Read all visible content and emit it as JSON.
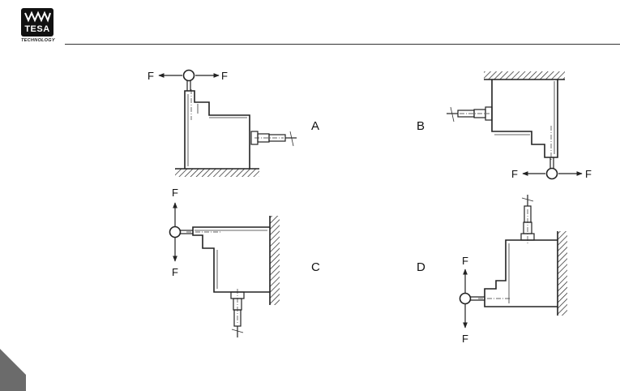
{
  "brand": {
    "name": "TESA",
    "tagline": "TECHNOLOGY"
  },
  "figures": [
    {
      "id": "A",
      "label": "A",
      "force_labels": [
        "F",
        "F"
      ]
    },
    {
      "id": "B",
      "label": "B",
      "force_labels": [
        "F",
        "F"
      ]
    },
    {
      "id": "C",
      "label": "C",
      "force_labels": [
        "F",
        "F"
      ]
    },
    {
      "id": "D",
      "label": "D",
      "force_labels": [
        "F",
        "F"
      ]
    }
  ],
  "colors": {
    "ink": "#222222",
    "corner": "#6b6b6b"
  }
}
